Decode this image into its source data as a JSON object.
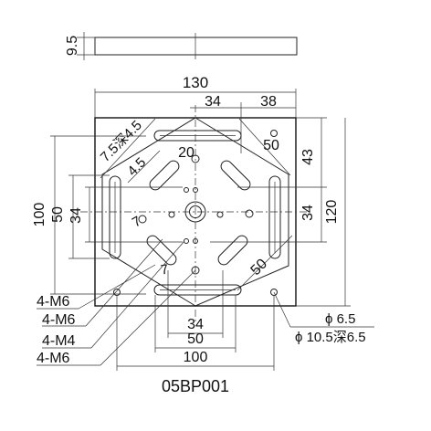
{
  "drawing": {
    "part_number": "05BP001",
    "side_view": {
      "thickness": "9.5"
    },
    "dimensions": {
      "overall_width": "130",
      "top_34": "34",
      "top_38": "38",
      "top_20": "20",
      "top_50": "50",
      "slot_depth": "7.5深4.5",
      "slot_width": "4.5",
      "left_100": "100",
      "left_50": "50",
      "left_34": "34",
      "right_43": "43",
      "right_34": "34",
      "right_120": "120",
      "diag_50": "50",
      "angle_7_upper": "7",
      "angle_7_lower": "7",
      "bottom_34": "34",
      "bottom_50": "50",
      "bottom_100": "100"
    },
    "callouts": {
      "m6_a": "4-M6",
      "m6_b": "4-M6",
      "m4": "4-M4",
      "m6_c": "4-M6",
      "hole_small": "ϕ 6.5",
      "hole_cbore": "ϕ 10.5深6.5"
    }
  }
}
